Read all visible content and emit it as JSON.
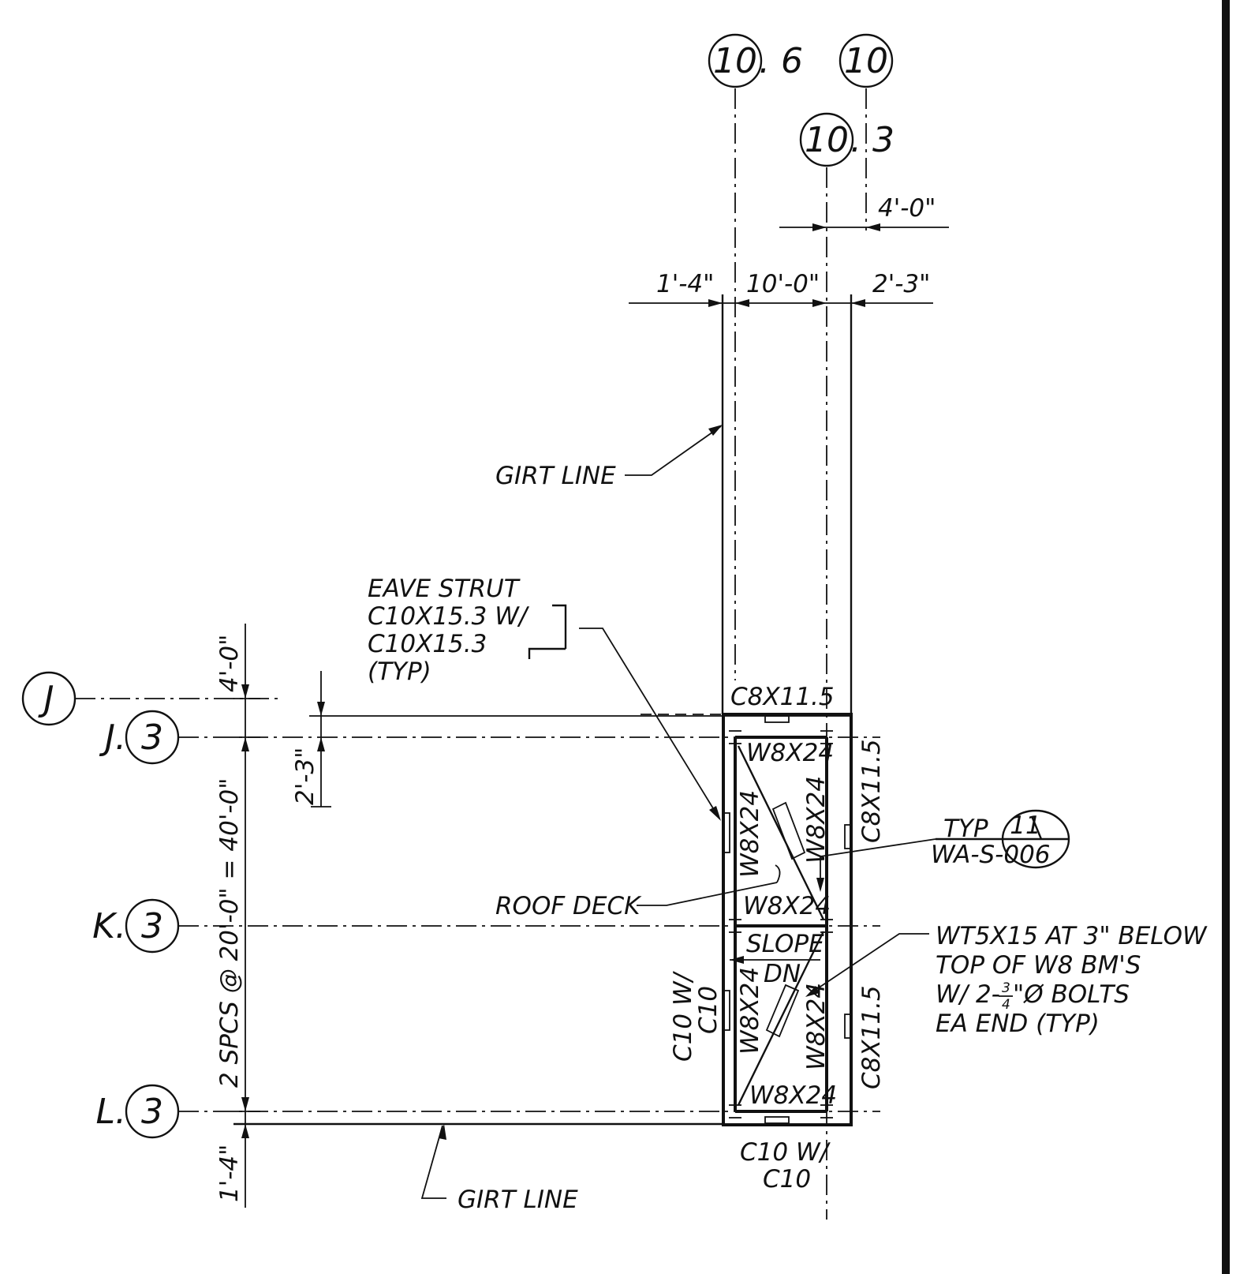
{
  "grid_bubbles": {
    "col_10_6": {
      "circle": "10",
      "suffix": ". 6"
    },
    "col_10": {
      "circle": "10"
    },
    "col_10_3": {
      "circle": "10",
      "suffix": ". 3"
    },
    "row_j": {
      "circle": "J"
    },
    "row_j3": {
      "prefix": "J.",
      "circle": "3"
    },
    "row_k3": {
      "prefix": "K.",
      "circle": "3"
    },
    "row_l3": {
      "prefix": "L.",
      "circle": "3"
    }
  },
  "dimensions": {
    "top_4ft": "4'-0\"",
    "left_1ft4": "1'-4\"",
    "mid_10ft": "10'-0\"",
    "right_2ft3": "2'-3\"",
    "vert_4ft": "4'-0\"",
    "vert_2ft3": "2'-3\"",
    "vert_spacing": "2 SPCS @ 20'-0\" = 40'-0\"",
    "vert_1ft4": "1'-4\""
  },
  "labels": {
    "girt_line_top": "GIRT LINE",
    "girt_line_bottom": "GIRT LINE",
    "eave_strut": [
      "EAVE STRUT",
      "C10X15.3 W/",
      "C10X15.3",
      "(TYP)"
    ],
    "roof_deck": "ROOF DECK",
    "typ": "TYP",
    "detail_number": "11",
    "detail_sheet": "WA-S-006",
    "wt_note": [
      "WT5X15 AT 3\" BELOW",
      "TOP OF W8 BM'S",
      "W/ 2-",
      "3",
      "4",
      "\"Ø BOLTS",
      "EA END (TYP)"
    ],
    "slope": "SLOPE",
    "dn": "DN"
  },
  "members": {
    "c8_top": "C8X11.5",
    "c8_right_upper": "C8X11.5",
    "c8_right_lower": "C8X11.5",
    "w8_top": "W8X24",
    "w8_left_upper": "W8X24",
    "w8_right_upper": "W8X24",
    "w8_mid": "W8X24",
    "w8_left_lower": "W8X24",
    "w8_right_lower": "W8X24",
    "w8_bottom": "W8X24",
    "c10_left": [
      "C10 W/",
      "C10"
    ],
    "c10_bottom": [
      "C10 W/",
      "C10"
    ]
  }
}
